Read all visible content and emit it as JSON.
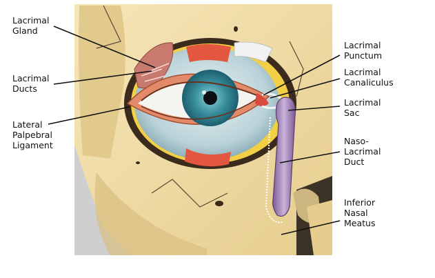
{
  "colors": {
    "background": "#ffffff",
    "bone": "#f0dca8",
    "bone_shadow": "#d9bf82",
    "muscle": "#e38a6a",
    "sclera": "#d6e6ea",
    "iris": "#3a8f9e",
    "gland": "#c97a6e",
    "duct": "#9b7ab0",
    "fat": "#f2cf45",
    "leader_line": "#111111"
  },
  "labels": {
    "lacrimal_gland": [
      "Lacrimal",
      "Gland"
    ],
    "lacrimal_ducts": [
      "Lacrimal",
      "Ducts"
    ],
    "lateral_palpebral_ligament": [
      "Lateral",
      "Palpebral",
      "Ligament"
    ],
    "lacrimal_punctum": [
      "Lacrimal",
      "Punctum"
    ],
    "lacrimal_canaliculus": [
      "Lacrimal",
      "Canaliculus"
    ],
    "lacrimal_sac": [
      "Lacrimal",
      "Sac"
    ],
    "naso_lacrimal_duct": [
      "Naso-",
      "Lacrimal",
      "Duct"
    ],
    "inferior_nasal_meatus": [
      "Inferior",
      "Nasal",
      "Meatus"
    ]
  }
}
